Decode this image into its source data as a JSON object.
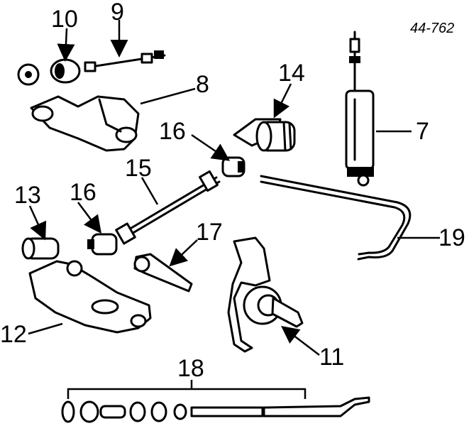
{
  "diagram_code": "44-762",
  "labels": {
    "l7": "7",
    "l8": "8",
    "l9": "9",
    "l10": "10",
    "l11": "11",
    "l12": "12",
    "l13": "13",
    "l14": "14",
    "l15": "15",
    "l16a": "16",
    "l16b": "16",
    "l17": "17",
    "l18": "18",
    "l19": "19"
  }
}
